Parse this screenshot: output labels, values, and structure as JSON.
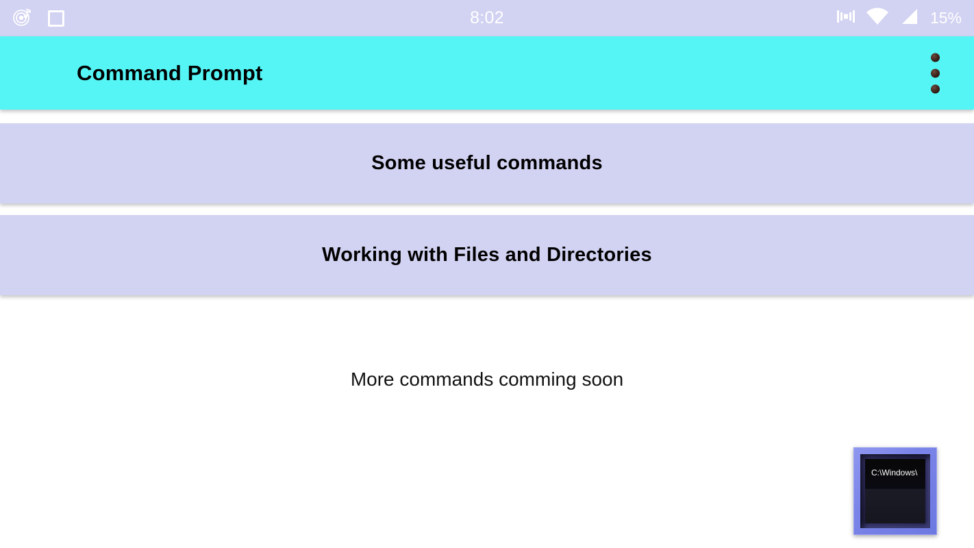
{
  "status_bar": {
    "time": "8:02",
    "battery": "15%",
    "left_icons": [
      "music-note-icon",
      "square-icon"
    ],
    "right_icons": [
      "vibrate-icon",
      "wifi-icon",
      "signal-icon"
    ],
    "background_color": "#d2d2f2",
    "text_color": "#ffffff"
  },
  "app_bar": {
    "title": "Command Prompt",
    "overflow_icon": "more-vert-icon",
    "background_color": "#55f5f5",
    "title_color": "#000000"
  },
  "main": {
    "cards": [
      {
        "label": "Some useful commands"
      },
      {
        "label": "Working with Files and Directories"
      }
    ],
    "card_color": "#d2d2f2",
    "footer_note": "More commands comming soon"
  },
  "fab": {
    "icon_name": "command-prompt-icon",
    "screen_text": "C:\\Windows\\",
    "frame_color": "#7a84e8",
    "screen_color": "#0a0a12"
  }
}
